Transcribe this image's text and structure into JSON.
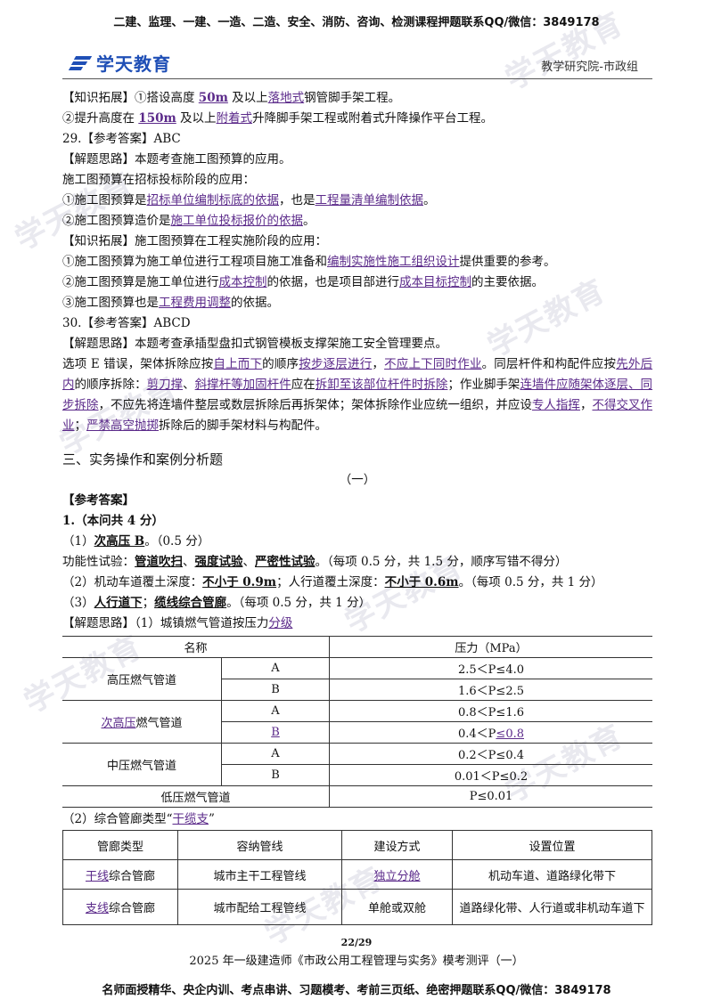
{
  "header": {
    "banner": "二建、监理、一建、一造、二造、安全、消防、咨询、检测课程押题联系QQ/微信：3849178",
    "logo_text": "学天教育",
    "dept": "教学研究院-市政组"
  },
  "watermark": "学天教育",
  "q28_ext": {
    "l1": [
      "【知识拓展】①搭设高度 ",
      "50m",
      " 及以上",
      "落地式",
      "钢管脚手架工程。"
    ],
    "l2": [
      "②提升高度在 ",
      "150m",
      " 及以上",
      "附着式",
      "升降脚手架工程或附着式升降操作平台工程。"
    ]
  },
  "q29": {
    "answer": "29.【参考答案】ABC",
    "idea": "【解题思路】本题考查施工图预算的应用。",
    "intro": "施工图预算在招标投标阶段的应用：",
    "p1": [
      "①施工图预算是",
      "招标单位编制标底的依据",
      "，也是",
      "工程量清单编制依据",
      "。"
    ],
    "p2": [
      "②施工图预算造价是",
      "施工单位投标报价的依据",
      "。"
    ],
    "ext": "【知识拓展】施工图预算在工程实施阶段的应用：",
    "e1": [
      "①施工图预算为施工单位进行工程项目施工准备和",
      "编制实施性施工组织设计",
      "提供重要的参考。"
    ],
    "e2": [
      "②施工图预算是施工单位进行",
      "成本控制",
      "的依据，也是项目部进行",
      "成本目标控制",
      "的主要依据。"
    ],
    "e3": [
      "③施工图预算也是",
      "工程费用调整",
      "的依据。"
    ]
  },
  "q30": {
    "answer": "30.【参考答案】ABCD",
    "idea": "【解题思路】本题考查承插型盘扣式钢管模板支撑架施工安全管理要点。",
    "para": [
      "选项 E 错误，架体拆除应按",
      "自上而下",
      "的顺序",
      "按步逐层进行",
      "，",
      "不应上下同时作业",
      "。同层杆件和构配件应按",
      "先外后内",
      "的顺序拆除：",
      "剪刀撑",
      "、",
      "斜撑杆等加固杆件",
      "应在",
      "拆卸至该部位杆件时拆除",
      "；作业脚手架",
      "连墙件应随架体逐层、同步拆除",
      "，不应先将连墙件整层或数层拆除后再拆架体；架体拆除作业应统一组织，并应设",
      "专人指挥",
      "，",
      "不得交叉作业",
      "；",
      "严禁高空抛掷",
      "拆除后的脚手架材料与构配件。"
    ]
  },
  "section3": {
    "title": "三、实务操作和案例分析题",
    "case": "（一）",
    "ref": "【参考答案】",
    "q1": "1.（本问共 4 分）",
    "a1": [
      "（1）",
      "次高压 B",
      "。（0.5 分）"
    ],
    "a1b": [
      "功能性试验：",
      "管道吹扫",
      "、",
      "强度试验",
      "、",
      "严密性试验",
      "。（每项 0.5 分，共 1.5 分，顺序写错不得分）"
    ],
    "a2": [
      "（2）机动车道覆土深度：",
      "不小于 0.9m",
      "；人行道覆土深度：",
      "不小于 0.6m",
      "。（每项 0.5 分，共 1 分）"
    ],
    "a3": [
      "（3）",
      "人行道下",
      "；",
      "缆线综合管廊",
      "。（每项 0.5 分，共 1 分）"
    ],
    "idea1": [
      "【解题思路】（1）城镇燃气管道按压力",
      "分级"
    ]
  },
  "pressure_table": {
    "headers": [
      "名称",
      "压力（MPa）"
    ],
    "groups": [
      {
        "name": "高压燃气管道",
        "rows": [
          {
            "grade": "A",
            "range": "2.5＜P≤4.0"
          },
          {
            "grade": "B",
            "range": "1.6＜P≤2.5"
          }
        ]
      },
      {
        "name_hl": "次高压",
        "name_rest": "燃气管道",
        "rows": [
          {
            "grade": "A",
            "range": "0.8＜P≤1.6"
          },
          {
            "grade": "B",
            "range_a": "0.4＜P",
            "range_b": "≤0.8"
          }
        ]
      },
      {
        "name": "中压燃气管道",
        "rows": [
          {
            "grade": "A",
            "range": "0.2＜P≤0.4"
          },
          {
            "grade": "B",
            "range": "0.01＜P≤0.2"
          }
        ]
      }
    ],
    "low": {
      "name": "低压燃气管道",
      "range": "P≤0.01"
    }
  },
  "corridor_intro": [
    "（2）综合管廊类型“",
    "干缆支",
    "”"
  ],
  "corridor_table": {
    "headers": [
      "管廊类型",
      "容纳管线",
      "建设方式",
      "设置位置"
    ],
    "rows": [
      {
        "type_hl": "干线",
        "type_rest": "综合管廊",
        "lines": "城市主干工程管线",
        "build": "独立分舱",
        "build_hl": true,
        "loc": "机动车道、道路绿化带下"
      },
      {
        "type_hl": "支线",
        "type_rest": "综合管廊",
        "lines": "城市配给工程管线",
        "build": "单舱或双舱",
        "build_hl": false,
        "loc": "道路绿化带、人行道或非机动车道下"
      }
    ]
  },
  "footer": {
    "page": "22/29",
    "title": "2025 年一级建造师《市政公用工程管理与实务》模考测评（一）",
    "banner": "名师面授精华、央企内训、考点串讲、习题模考、考前三页纸、绝密押题联系QQ/微信：3849178"
  }
}
